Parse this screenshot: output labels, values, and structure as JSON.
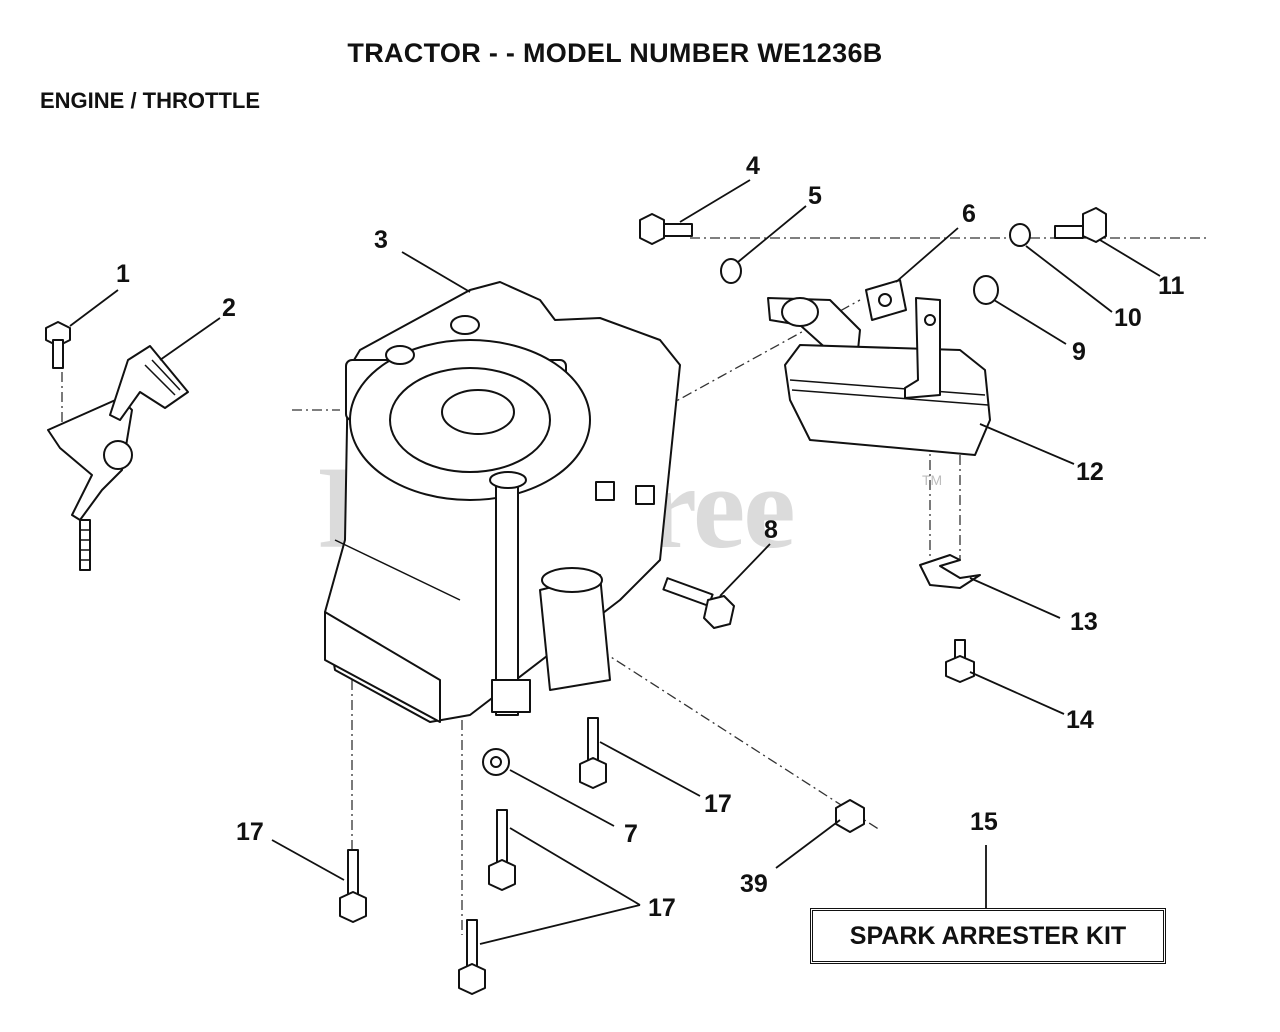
{
  "header": {
    "title": "TRACTOR - - MODEL NUMBER WE1236B",
    "section": "ENGINE / THROTTLE"
  },
  "watermark": {
    "text": "PartsTree",
    "tm": "TM"
  },
  "callouts": [
    {
      "id": "c1",
      "label": "1"
    },
    {
      "id": "c2",
      "label": "2"
    },
    {
      "id": "c3",
      "label": "3"
    },
    {
      "id": "c4",
      "label": "4"
    },
    {
      "id": "c5",
      "label": "5"
    },
    {
      "id": "c6",
      "label": "6"
    },
    {
      "id": "c7",
      "label": "7"
    },
    {
      "id": "c8",
      "label": "8"
    },
    {
      "id": "c9",
      "label": "9"
    },
    {
      "id": "c10",
      "label": "10"
    },
    {
      "id": "c11",
      "label": "11"
    },
    {
      "id": "c12",
      "label": "12"
    },
    {
      "id": "c13",
      "label": "13"
    },
    {
      "id": "c14",
      "label": "14"
    },
    {
      "id": "c15",
      "label": "15"
    },
    {
      "id": "c17a",
      "label": "17"
    },
    {
      "id": "c17b",
      "label": "17"
    },
    {
      "id": "c17c",
      "label": "17"
    },
    {
      "id": "c39",
      "label": "39"
    }
  ],
  "kit": {
    "label": "SPARK ARRESTER KIT"
  }
}
